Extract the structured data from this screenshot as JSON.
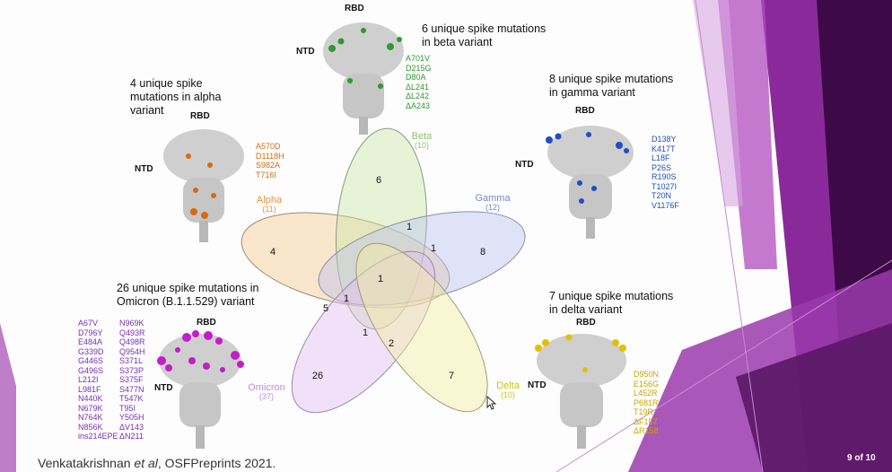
{
  "titles": {
    "beta": [
      "6 unique spike mutations",
      "in beta variant"
    ],
    "alpha": [
      "4 unique spike",
      "mutations in alpha",
      "variant"
    ],
    "gamma": [
      "8 unique spike mutations",
      "in gamma variant"
    ],
    "omicron": [
      "26 unique spike mutations in",
      "Omicron (B.1.1.529) variant"
    ],
    "delta": [
      "7 unique spike mutations",
      "in delta variant"
    ]
  },
  "structure_labels": {
    "rbd": "RBD",
    "ntd": "NTD"
  },
  "mutations": {
    "beta": [
      "A701V",
      "D215G",
      "D80A",
      "ΔL241",
      "ΔL242",
      "ΔA243"
    ],
    "alpha": [
      "A570D",
      "D1118H",
      "S982A",
      "T716I"
    ],
    "gamma": [
      "D138Y",
      "K417T",
      "L18F",
      "P26S",
      "R190S",
      "T1027I",
      "T20N",
      "V1176F"
    ],
    "omicron_col1": [
      "A67V",
      "D796Y",
      "E484A",
      "G339D",
      "G446S",
      "G496S",
      "L212I",
      "L981F",
      "N440K",
      "N679K",
      "N764K",
      "N856K",
      "ins214EPE"
    ],
    "omicron_col2": [
      "N969K",
      "Q493R",
      "Q498R",
      "Q954H",
      "S371L",
      "S373P",
      "S375F",
      "S477N",
      "T547K",
      "T95I",
      "Y505H",
      "ΔV143",
      "ΔN211"
    ],
    "delta": [
      "D950N",
      "E156G",
      "L452R",
      "P681R",
      "T19R",
      "ΔF157",
      "ΔR158"
    ]
  },
  "venn": {
    "sets": [
      {
        "name": "Beta",
        "count": "(10)",
        "color": "#8ec46e"
      },
      {
        "name": "Gamma",
        "count": "(12)",
        "color": "#7a86d8"
      },
      {
        "name": "Alpha",
        "count": "(11)",
        "color": "#e8943a"
      },
      {
        "name": "Omicron",
        "count": "(37)",
        "color": "#c78ae0"
      },
      {
        "name": "Delta",
        "count": "(10)",
        "color": "#d6c400"
      }
    ],
    "regions": {
      "beta_only": "6",
      "gamma_only": "8",
      "alpha_only": "4",
      "omicron_only": "26",
      "delta_only": "7",
      "beta_gamma": "1",
      "beta_gamma_b": "1",
      "all": "1",
      "alpha_omicron_a": "1",
      "alpha_omicron_b": "5",
      "omicron_delta_a": "1",
      "omicron_delta_b": "2"
    }
  },
  "colors": {
    "beta": "#2e9a2e",
    "alpha": "#d96a12",
    "gamma": "#1e4fc4",
    "omicron": "#9b2fc0",
    "delta": "#c9a600"
  },
  "citation": {
    "pre": "Venkatakrishnan ",
    "em": "et al",
    "post": ", OSFPreprints 2021."
  },
  "page": "9 of 10"
}
